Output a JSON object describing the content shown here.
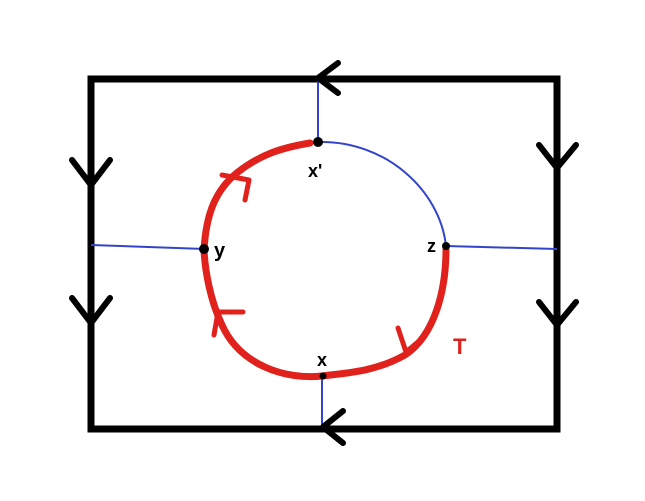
{
  "labels": {
    "x_top": "x'",
    "y": "y",
    "z": "z",
    "x_bottom": "x",
    "t": "T"
  },
  "colors": {
    "frame": "#000000",
    "blue": "#3344cc",
    "red": "#e0211c"
  }
}
